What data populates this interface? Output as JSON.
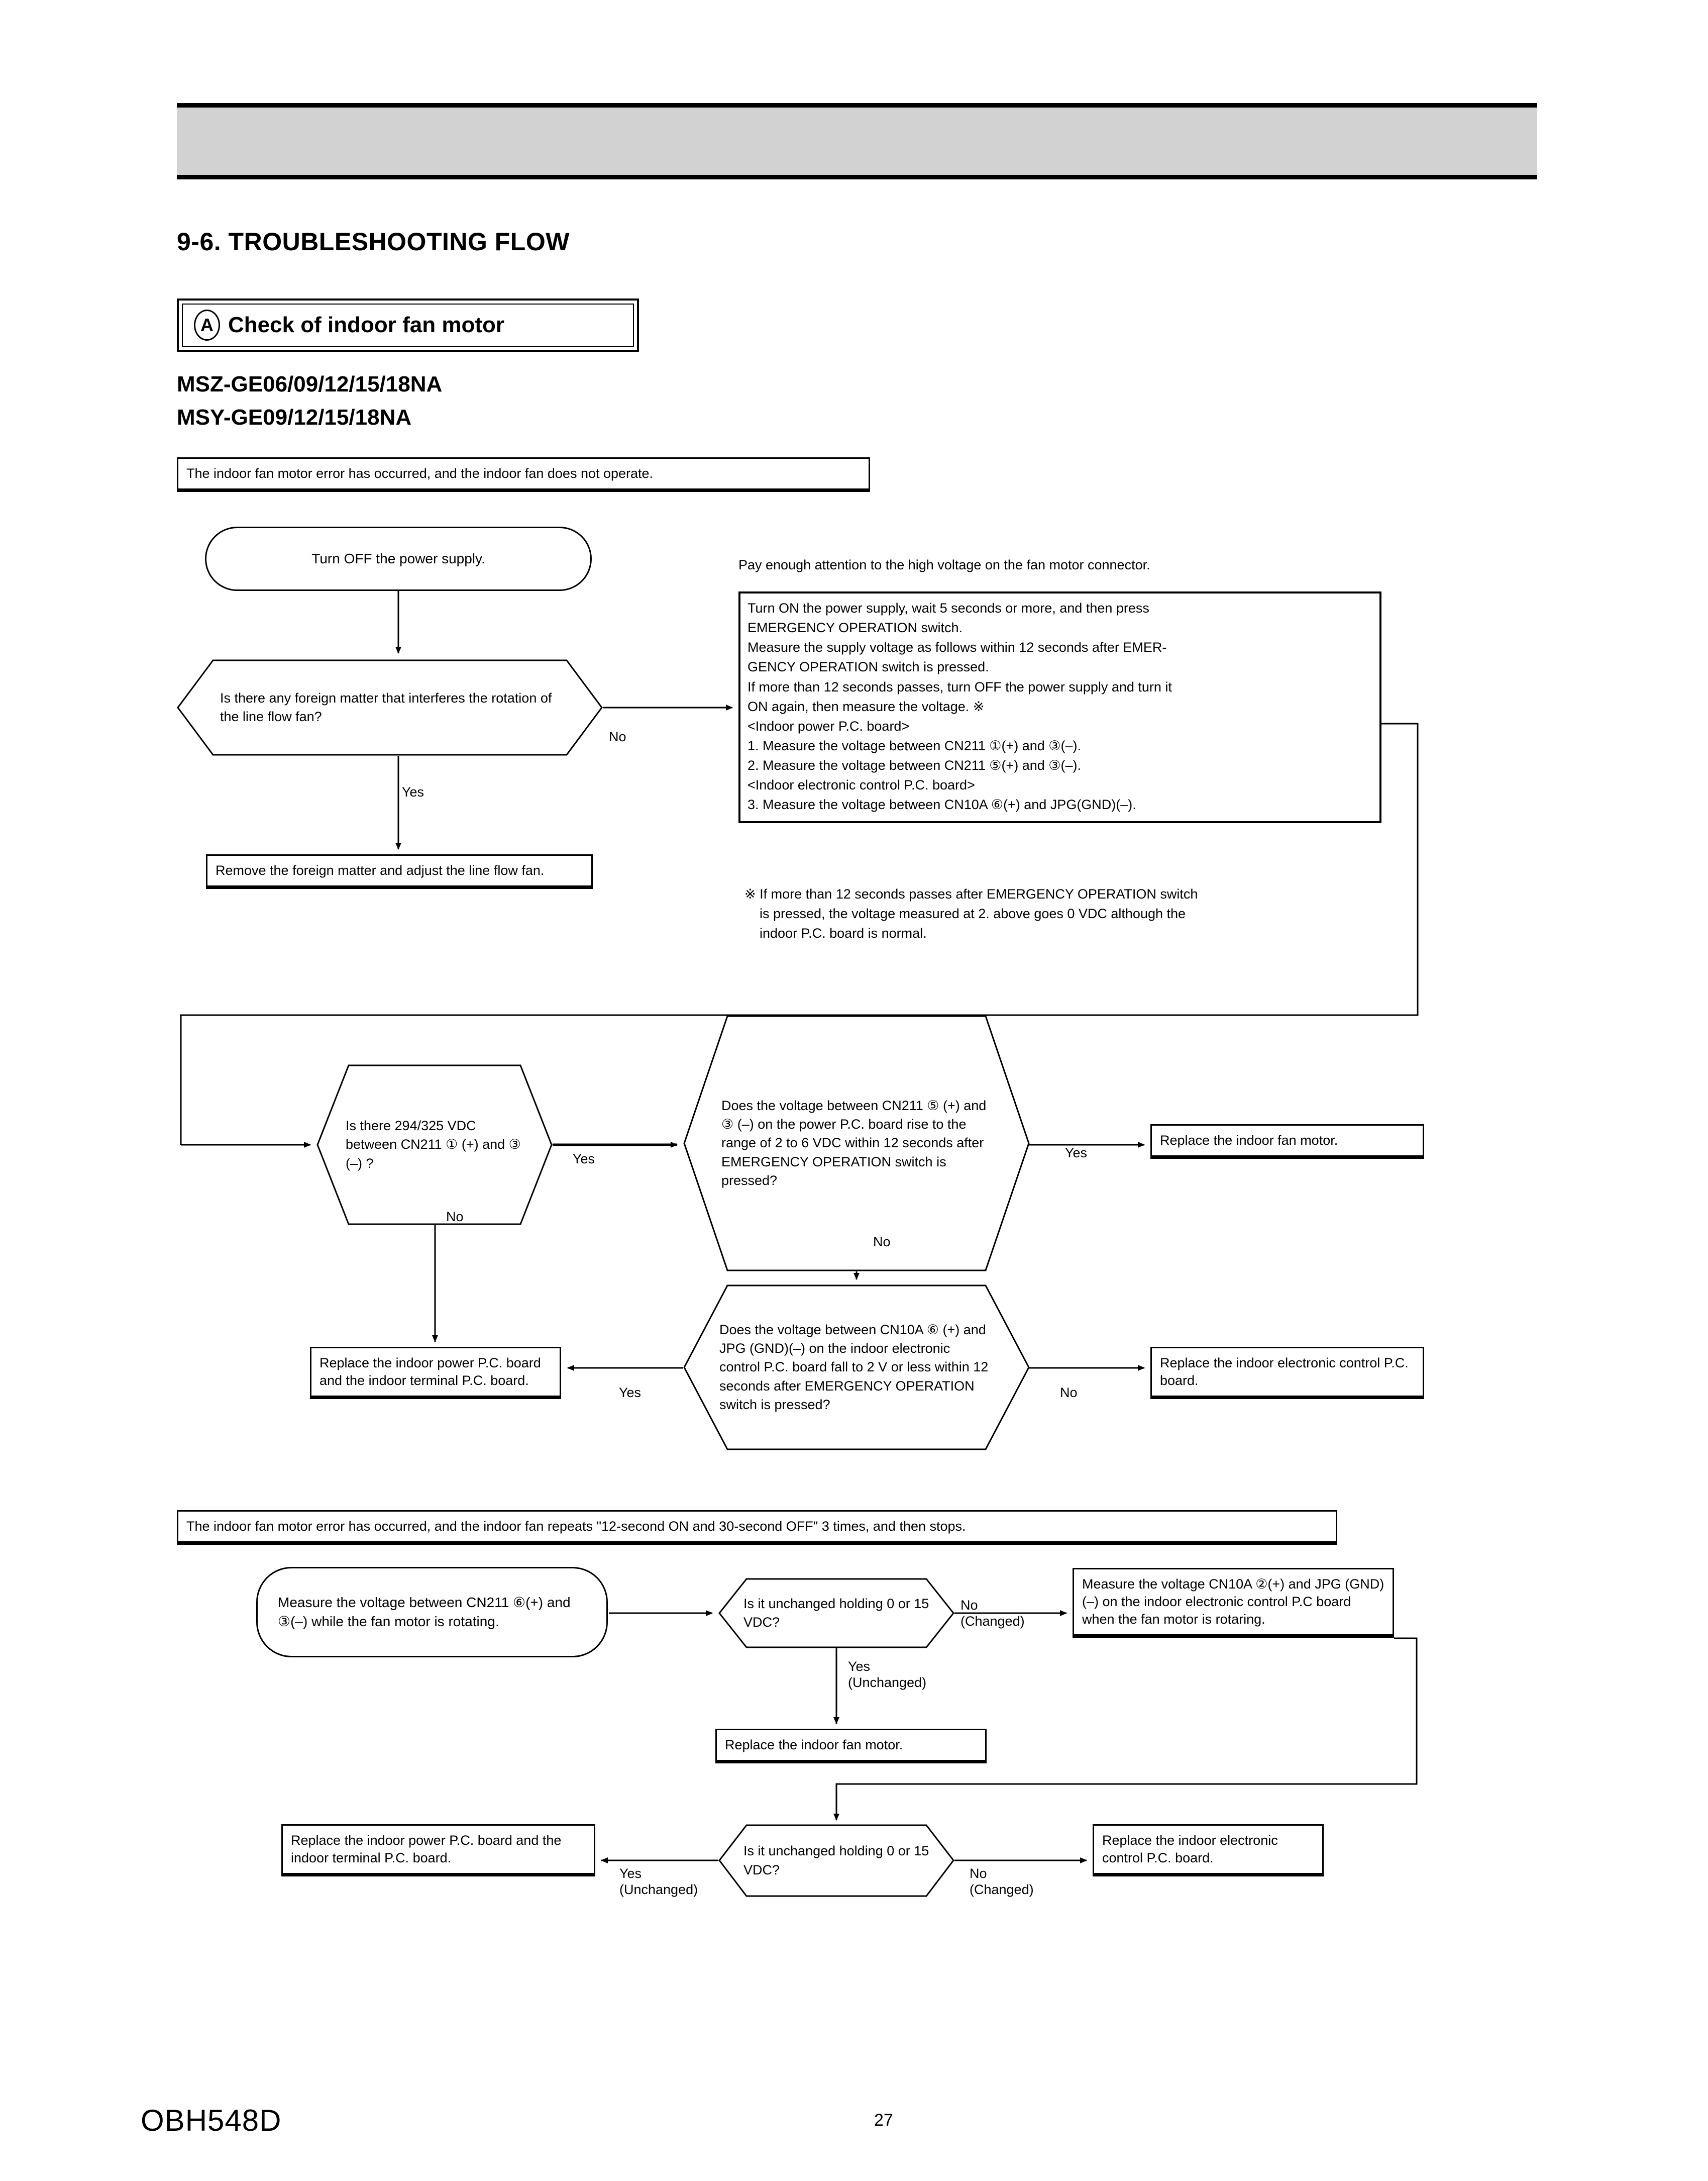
{
  "document": {
    "section_title": "9-6. TROUBLESHOOTING FLOW",
    "check_marker": "A",
    "check_title": "Check of indoor fan motor",
    "models": [
      "MSZ-GE06/09/12/15/18NA",
      "MSY-GE09/12/15/18NA"
    ],
    "doc_code": "OBH548D",
    "page_number": "27"
  },
  "flow_top": {
    "condition_banner": "The indoor fan motor error has occurred, and the indoor fan does not operate.",
    "start_oval": "Turn OFF the power supply.",
    "decision_foreign_matter": "Is there any foreign matter that interferes the rotation of the line flow fan?",
    "label_yes": "Yes",
    "label_no": "No",
    "action_remove": "Remove the foreign matter and adjust the line flow fan.",
    "warning": "Pay enough attention to the high voltage on the fan motor connector."
  },
  "instruction_box": {
    "lines": [
      "Turn ON the power supply, wait 5 seconds or more, and then press",
      "EMERGENCY OPERATION switch.",
      "Measure the supply voltage as follows within 12 seconds after EMER-",
      "GENCY OPERATION switch is pressed.",
      "If more than 12 seconds passes, turn OFF the power supply and turn it",
      "ON again, then measure the voltage. ※",
      "<Indoor power P.C. board>",
      "1. Measure the voltage between CN211 ①(+) and ③(–).",
      "2. Measure the voltage between CN211 ⑤(+) and ③(–).",
      "<Indoor electronic control P.C. board>",
      "3. Measure the voltage between CN10A ⑥(+) and JPG(GND)(–)."
    ]
  },
  "note": {
    "line1": "※ If more than 12 seconds passes after EMERGENCY OPERATION switch",
    "line2": "is pressed, the voltage measured at 2. above goes 0 VDC although the",
    "line3": "indoor P.C. board is normal."
  },
  "flow_mid": {
    "decision_294": "Is there 294/325 VDC between CN211 ① (+) and ③ (–) ?",
    "decision_cn211_rise": "Does the voltage between CN211 ⑤ (+) and ③ (–) on the power P.C. board rise to the range of 2 to 6 VDC within 12 seconds after EMERGENCY OPERATION switch is pressed?",
    "decision_cn10a_fall": "Does the voltage between CN10A ⑥ (+) and JPG (GND)(–) on the indoor electronic control P.C. board fall to 2 V or less within 12 seconds after EMERGENCY OPERATION switch is pressed?",
    "result_replace_fan_motor": "Replace the indoor fan motor.",
    "result_replace_power_board": "Replace the indoor power P.C. board and the indoor terminal P.C. board.",
    "result_replace_electronic_board": "Replace the indoor electronic control P.C. board.",
    "label_yes": "Yes",
    "label_no": "No"
  },
  "flow_bottom": {
    "condition_banner": "The indoor fan motor error has occurred, and the indoor fan repeats \"12-second ON and 30-second OFF\" 3 times, and then stops.",
    "start_oval": "Measure the voltage between CN211 ⑥(+) and ③(–) while the fan motor is rotating.",
    "decision_1": "Is it unchanged holding 0 or 15 VDC?",
    "decision_2": "Is it unchanged holding 0 or 15 VDC?",
    "measure_cn10a": "Measure the voltage CN10A ②(+) and JPG (GND)(–) on the indoor electronic control P.C board when the fan motor is rotaring.",
    "result_replace_fan_motor": "Replace the indoor fan motor.",
    "result_replace_power_board": "Replace the indoor power P.C. board and the indoor terminal P.C. board.",
    "result_replace_electronic_board": "Replace the indoor electronic control P.C. board.",
    "label_yes_unchanged_1": "Yes\n(Unchanged)",
    "label_no_changed_1": "No\n(Changed)",
    "label_yes_unchanged_2": "Yes\n(Unchanged)",
    "label_no_changed_2": "No\n(Changed)"
  },
  "colors": {
    "header_bar": "#d2d2d2",
    "line": "#000000",
    "page_bg": "#ffffff"
  }
}
